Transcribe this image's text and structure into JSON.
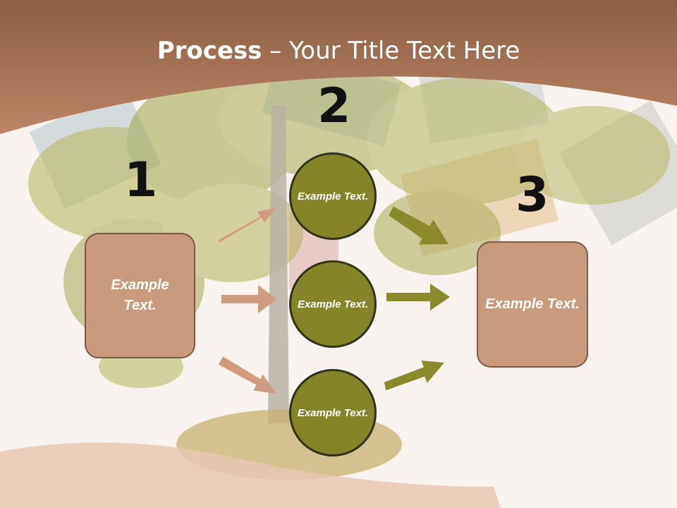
{
  "title": {
    "bold": "Process",
    "rest": " – Your Title Text Here"
  },
  "steps": [
    {
      "number": "1",
      "label": "Example Text."
    },
    {
      "number": "2",
      "items": [
        "Example Text.",
        "Example Text.",
        "Example Text."
      ]
    },
    {
      "number": "3",
      "label": "Example Text."
    }
  ],
  "colors": {
    "header": "#b07a5a",
    "box_fill": "#c89a7e",
    "box_border": "#7a5a4a",
    "circle_fill": "#858427",
    "circle_border": "#2f3318",
    "arrow_left": "#cf9c80",
    "arrow_right": "#8a8a2a"
  }
}
